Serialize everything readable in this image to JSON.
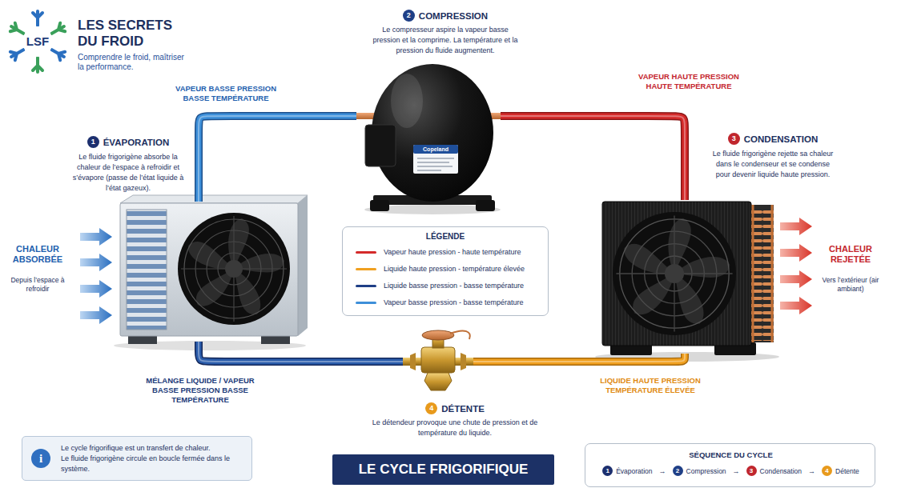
{
  "diagram": {
    "title": "LE CYCLE FRIGORIFIQUE",
    "nodes": [
      {
        "text": [
          "1",
          "ÉVAPORATION",
          "Le fluide frigorigène absorbe la chaleur de l’espace à refroidir et s’évapore (passe de l’état liquide à l’état gazeux)."
        ]
      },
      {
        "text": [
          "2",
          "COMPRESSION",
          "Le compresseur aspire la vapeur basse pression et la comprime. La température et la pression du fluide augmentent."
        ]
      },
      {
        "text": [
          "3",
          "CONDENSATION",
          "Le fluide frigorigène rejette sa chaleur dans le condenseur et se condense pour devenir liquide haute pression."
        ]
      },
      {
        "text": [
          "4",
          "DÉTENTE",
          "Le détendeur provoque une chute de pression et de température du liquide."
        ]
      },
      {
        "text": [
          "i",
          "Le cycle frigorifique est un transfert de chaleur.",
          "Le fluide frigorigène circule en boucle fermée dans le système."
        ]
      },
      {
        "text": [
          "SÉQUENCE DU CYCLE",
          "1",
          "Évaporation",
          "→",
          "2",
          "Compression",
          "→",
          "3",
          "Condensation",
          "→",
          "4",
          "Détente"
        ]
      }
    ],
    "edges": [
      {
        "from": 0,
        "to": 1,
        "label": "VAPEUR BASSE PRESSION BASSE TEMPÉRATURE",
        "arrow": "none"
      },
      {
        "from": 1,
        "to": 2,
        "label": "VAPEUR HAUTE PRESSION HAUTE TEMPÉRATURE",
        "arrow": "none"
      },
      {
        "from": 2,
        "to": 3,
        "label": "LIQUIDE HAUTE PRESSION TEMPÉRATURE ÉLEVÉE",
        "arrow": "none"
      },
      {
        "from": 3,
        "to": 0,
        "label": "MÉLANGE LIQUIDE / VAPEUR BASSE PRESSION BASSE TEMPÉRATURE",
        "arrow": "none"
      }
    ],
    "labels": [
      "LSF",
      "LES SECRETS DU FROID",
      "Comprendre le froid, maîtriser la performance.",
      "CHALEUR ABSORBÉE",
      "Depuis l’espace à refroidir",
      "Copeland",
      "CHALEUR REJETÉE",
      "Vers l’extérieur (air ambiant)",
      "LÉGENDE"
    ],
    "legend": [
      {
        "text": "Vapeur haute pression - haute température",
        "color": "#d42a2a"
      },
      {
        "text": "Liquide haute pression - température élevée",
        "color": "#f0a020"
      },
      {
        "text": "Liquide basse pression - basse température",
        "color": "#1f3f86"
      },
      {
        "text": "Vapeur basse pression - basse température",
        "color": "#3d8fd9"
      }
    ]
  }
}
